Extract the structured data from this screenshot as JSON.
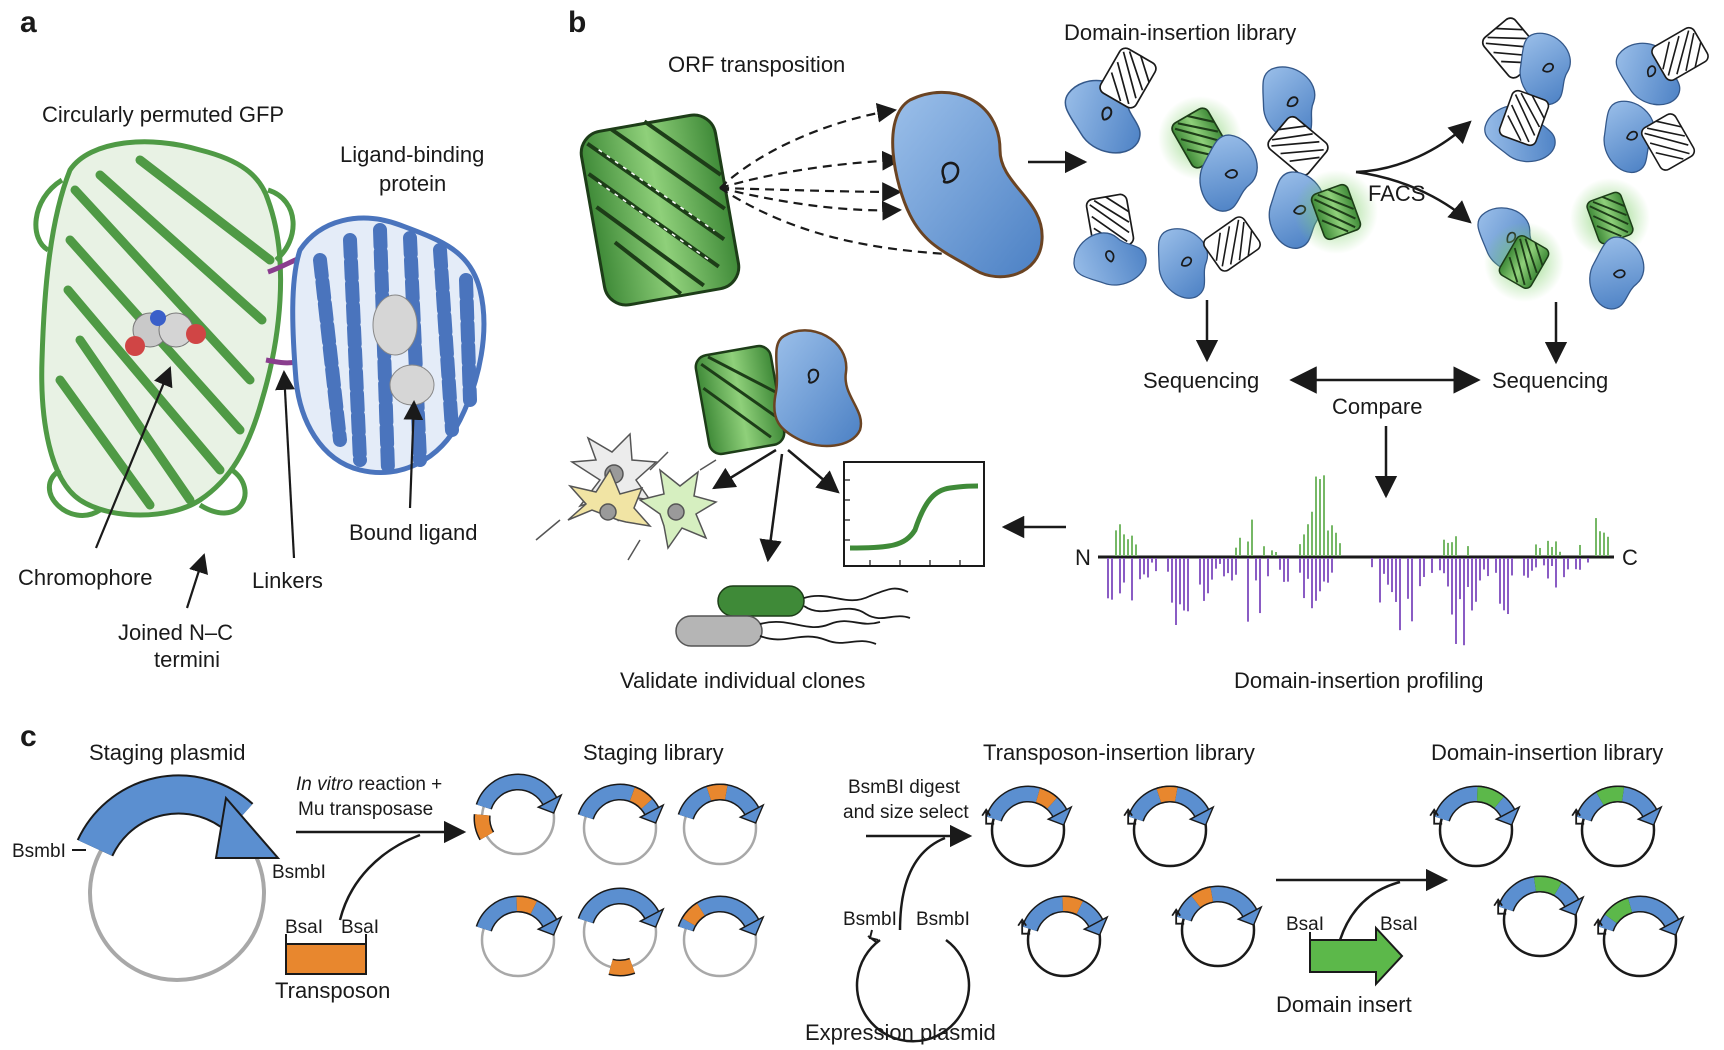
{
  "panels": {
    "a": {
      "letter": "a",
      "title": "Circularly permuted GFP",
      "ligand_protein_line1": "Ligand-binding",
      "ligand_protein_line2": "protein",
      "chromophore": "Chromophore",
      "linkers": "Linkers",
      "joined_line1": "Joined N–C",
      "joined_line2": "termini",
      "bound_ligand": "Bound ligand"
    },
    "b": {
      "letter": "b",
      "orf_transposition": "ORF transposition",
      "library": "Domain-insertion library",
      "facs": "FACS",
      "sequencing_left": "Sequencing",
      "sequencing_right": "Sequencing",
      "compare": "Compare",
      "validate": "Validate individual clones",
      "profiling": "Domain-insertion profiling",
      "n_label": "N",
      "c_label": "C"
    },
    "c": {
      "letter": "c",
      "staging_plasmid": "Staging plasmid",
      "bsmbi_left": "BsmbI",
      "bsmbi_right": "BsmbI",
      "reaction_italic": "In vitro",
      "reaction_rest": " reaction +",
      "transposase": "Mu transposase",
      "bsai_left": "BsaI",
      "bsai_right": "BsaI",
      "transposon": "Transposon",
      "staging_library": "Staging library",
      "digest_line1": "BsmBI digest",
      "digest_line2": "and size select",
      "expr_bsmbi_left": "BsmbI",
      "expr_bsmbi_right": "BsmbI",
      "expression_plasmid": "Expression plasmid",
      "transposon_library": "Transposon-insertion library",
      "insert_bsai_left": "BsaI",
      "insert_bsai_right": "BsaI",
      "domain_insert": "Domain insert",
      "domain_library": "Domain-insertion library"
    }
  },
  "colors": {
    "gfp_green": "#4f9a45",
    "protein_blue": "#5b8fd0",
    "transposon_orange": "#e8872e",
    "insert_green": "#5cb84a",
    "profile_purple": "#8a5cc4",
    "profile_green": "#76b866"
  },
  "icons": [
    "gfp-barrel-icon",
    "ligand-protein-icon",
    "plasmid-icon",
    "transposon-icon",
    "arrow-icon",
    "sigmoid-curve-icon",
    "neuron-icon",
    "bacteria-icon"
  ]
}
